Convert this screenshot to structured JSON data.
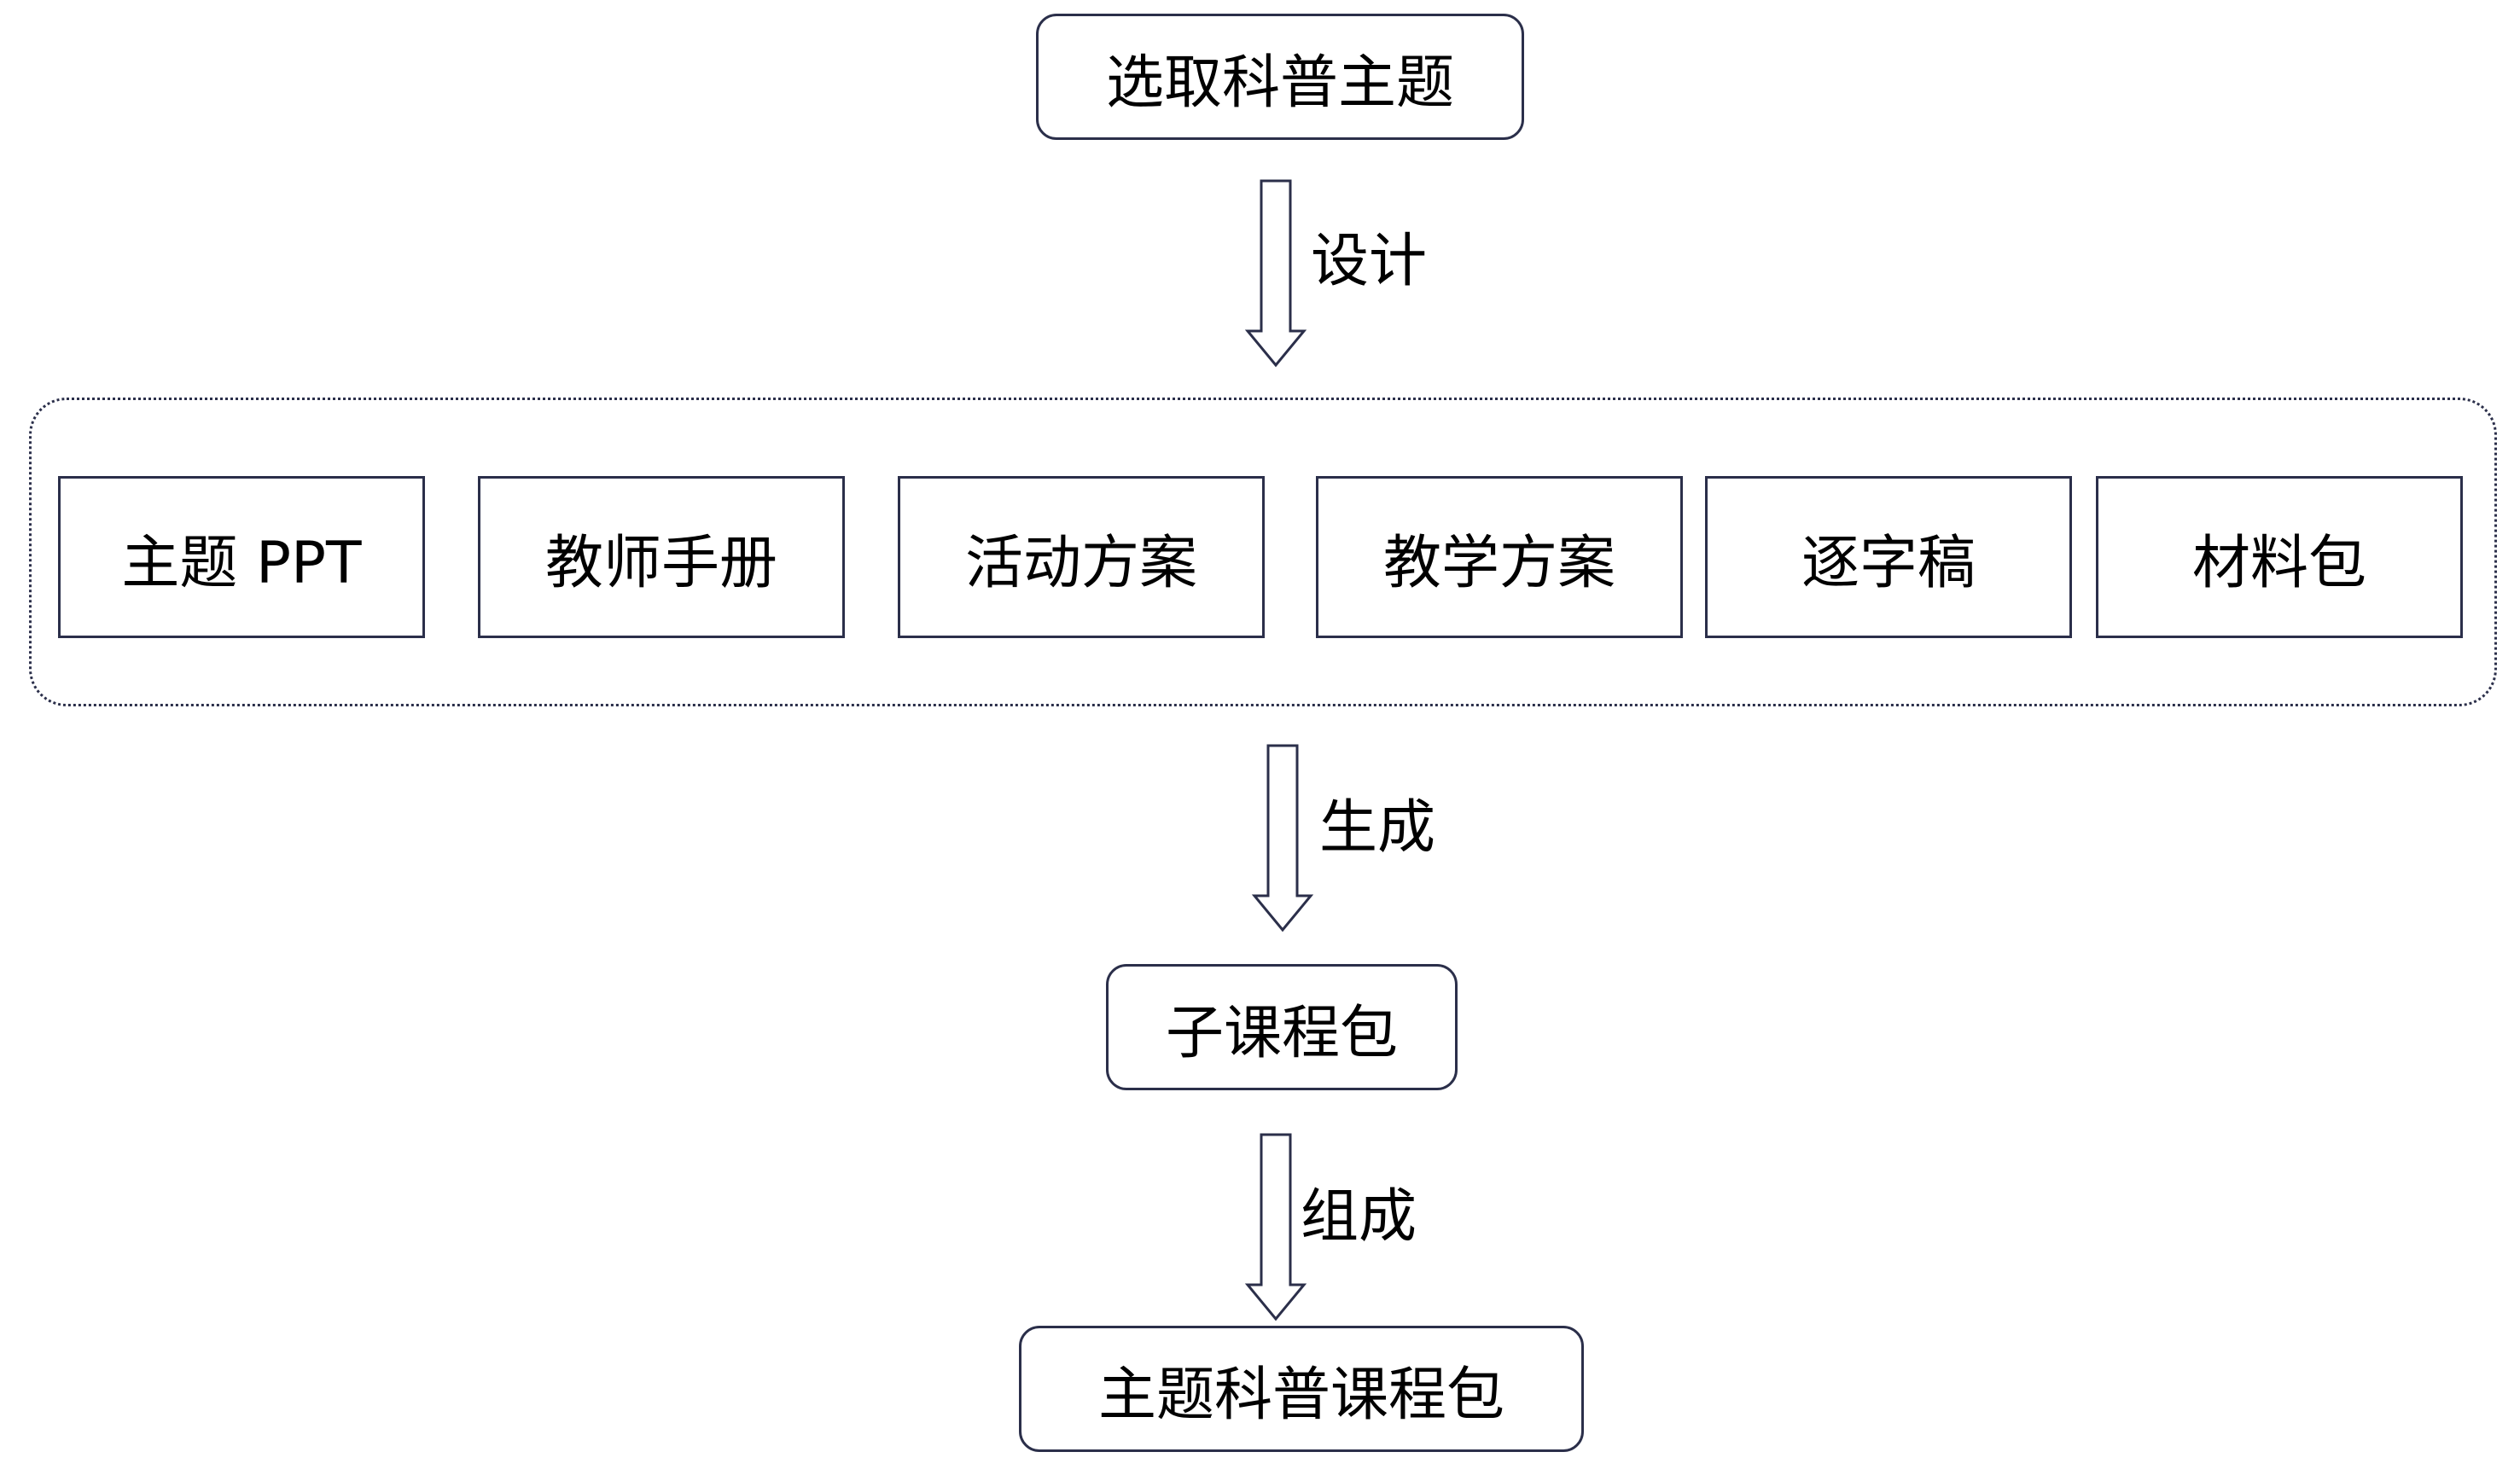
{
  "top_node": "选取科普主题",
  "edges": {
    "design": "设计",
    "generate": "生成",
    "compose": "组成"
  },
  "components": [
    "主题 PPT",
    "教师手册",
    "活动方案",
    "教学方案",
    "逐字稿",
    "材料包"
  ],
  "sub_package": "子课程包",
  "final_package": "主题科普课程包"
}
